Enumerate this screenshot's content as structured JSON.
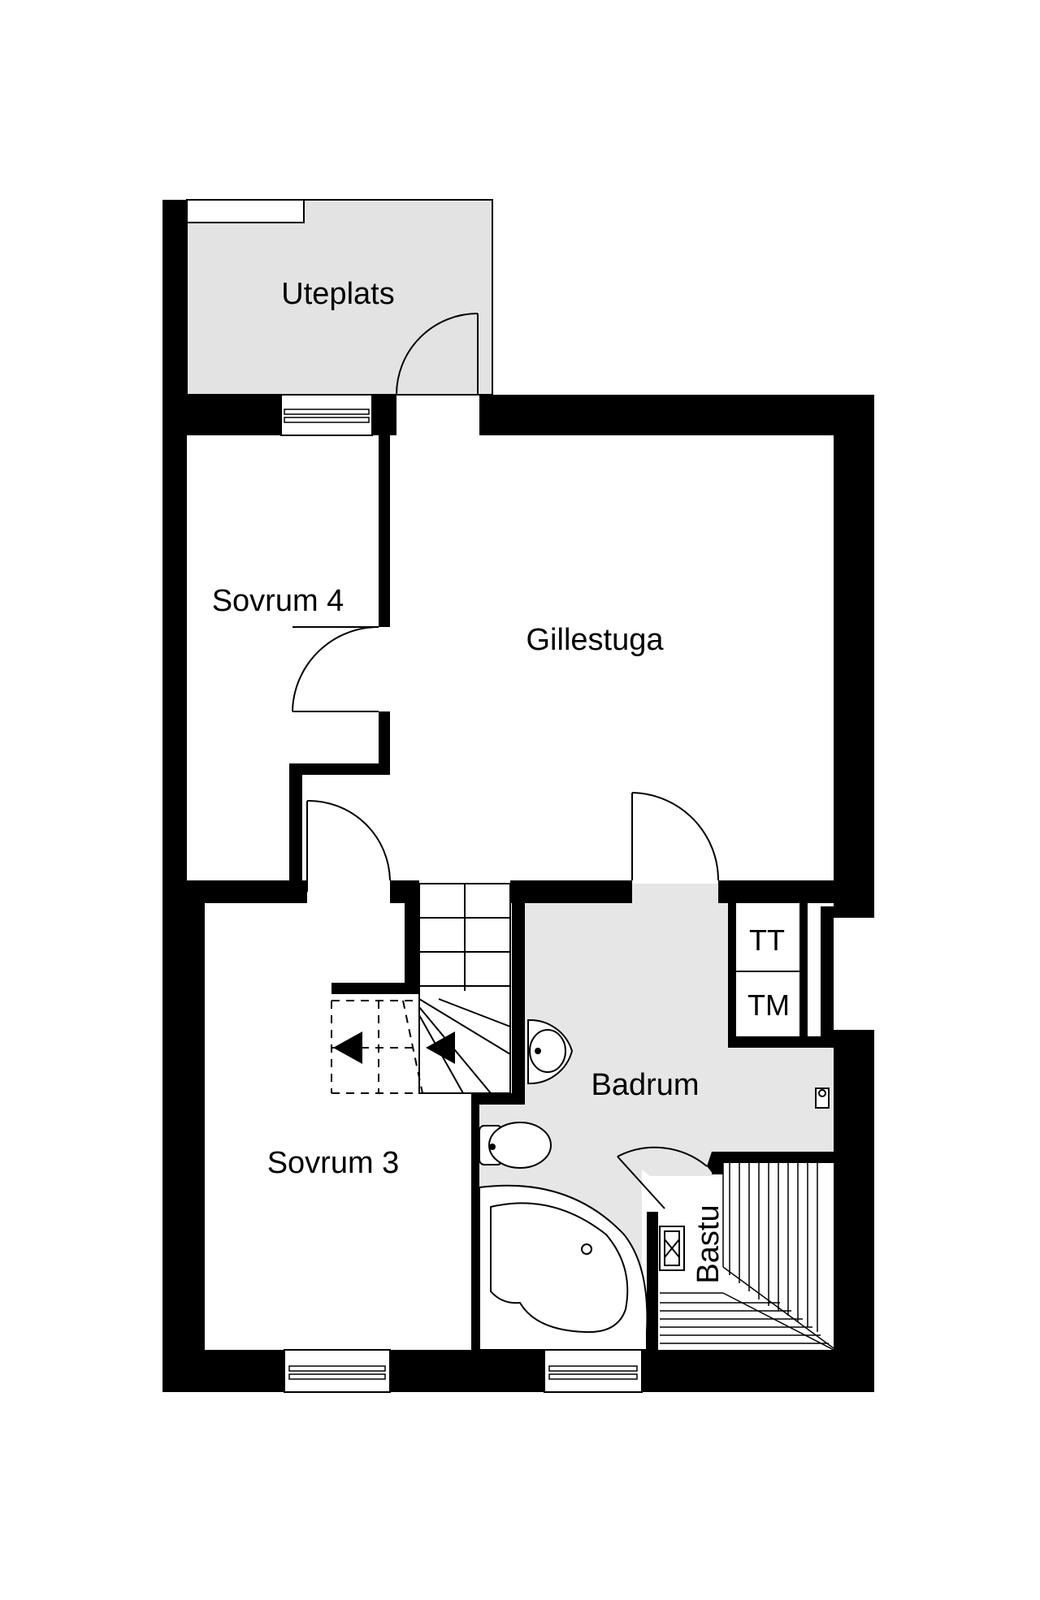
{
  "floorplan": {
    "rooms": {
      "uteplats": "Uteplats",
      "sovrum4": "Sovrum 4",
      "gillestuga": "Gillestuga",
      "sovrum3": "Sovrum 3",
      "badrum": "Badrum",
      "bastu": "Bastu",
      "tt": "TT",
      "tm": "TM"
    },
    "colors": {
      "wall": "#000000",
      "wet_area": "#e6e6e6",
      "outdoor": "#e3e3e3",
      "background": "#ffffff"
    }
  }
}
